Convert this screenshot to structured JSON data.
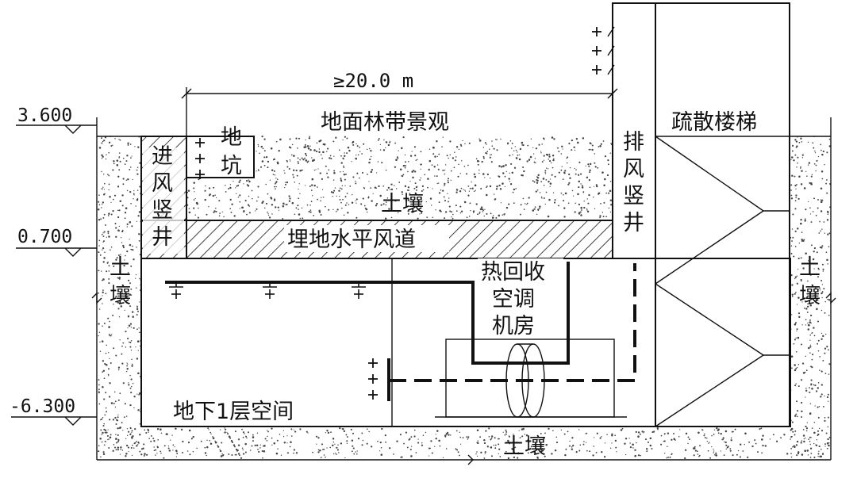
{
  "levels": {
    "top": "3.600",
    "middle": "0.700",
    "bottom": "-6.300"
  },
  "dimension": "≥20.0 m",
  "labels": {
    "landscape": "地面林带景观",
    "stair": "疏散楼梯",
    "intake_shaft": [
      "进",
      "风",
      "竖",
      "井"
    ],
    "pit": [
      "地",
      "坑"
    ],
    "exhaust_shaft": [
      "排",
      "风",
      "竖",
      "井"
    ],
    "soil_top": "土壤",
    "duct": "埋地水平风道",
    "soil_left": [
      "土",
      "壤"
    ],
    "soil_right": [
      "土",
      "壤"
    ],
    "soil_bottom": "土壤",
    "ahu_room": [
      "热回收",
      "空调",
      "机房"
    ],
    "basement": "地下1层空间"
  },
  "colors": {
    "line": "#111111",
    "background": "#ffffff",
    "soil_dots": "#333333"
  }
}
